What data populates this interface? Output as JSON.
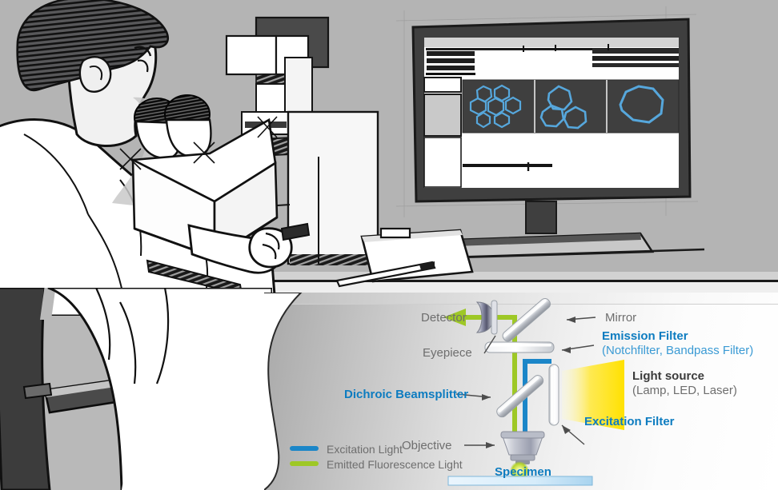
{
  "figure": {
    "title": "Fluorescence microscopy setup — scientist at microscope with optical path diagram",
    "illustration": {
      "scene_name": "laboratory-scene",
      "elements": [
        {
          "name": "scientist",
          "description": "Researcher in white lab coat looking into binocular eyepieces"
        },
        {
          "name": "microscope",
          "description": "Upright fluorescence microscope on bench"
        },
        {
          "name": "monitor",
          "description": "Flat-panel display showing imaging software with three cell panels"
        },
        {
          "name": "clipboard",
          "description": "Clipboard with pen on bench"
        },
        {
          "name": "chair",
          "description": "Dark office chair with armrest"
        }
      ],
      "monitor_panels": [
        {
          "name": "panel-1",
          "cells": 7,
          "zoom": "low"
        },
        {
          "name": "panel-2",
          "cells": 3,
          "zoom": "medium"
        },
        {
          "name": "panel-3",
          "cells": 1,
          "zoom": "high"
        }
      ]
    }
  },
  "diagram": {
    "name": "fluorescence-light-path",
    "labels": {
      "detector": "Detector",
      "mirror": "Mirror",
      "eyepiece": "Eyepiece",
      "emission_filter": "Emission Filter",
      "emission_filter_sub": "(Notchfilter, Bandpass Filter)",
      "light_source": "Light source",
      "light_source_sub": "(Lamp, LED, Laser)",
      "dichroic_beamsplitter": "Dichroic Beamsplitter",
      "excitation_filter": "Excitation Filter",
      "objective": "Objective",
      "specimen": "Specimen"
    },
    "legend": {
      "items": [
        {
          "label": "Excitation Light",
          "color": "#1b86c8"
        },
        {
          "label": "Emitted Fluorescence Light",
          "color": "#9ec826"
        }
      ]
    },
    "colors": {
      "excitation_blue": "#1b86c8",
      "emission_green": "#9ec826",
      "label_blue": "#0d7cc0",
      "label_blue_light": "#3a9ad4",
      "label_gray": "#6e6e6e",
      "label_dark": "#3b3b3b",
      "light_source_yellow": "#ffe100",
      "specimen_fill": "#cfe8f7",
      "optic_gray": "#c9ccd1"
    }
  }
}
